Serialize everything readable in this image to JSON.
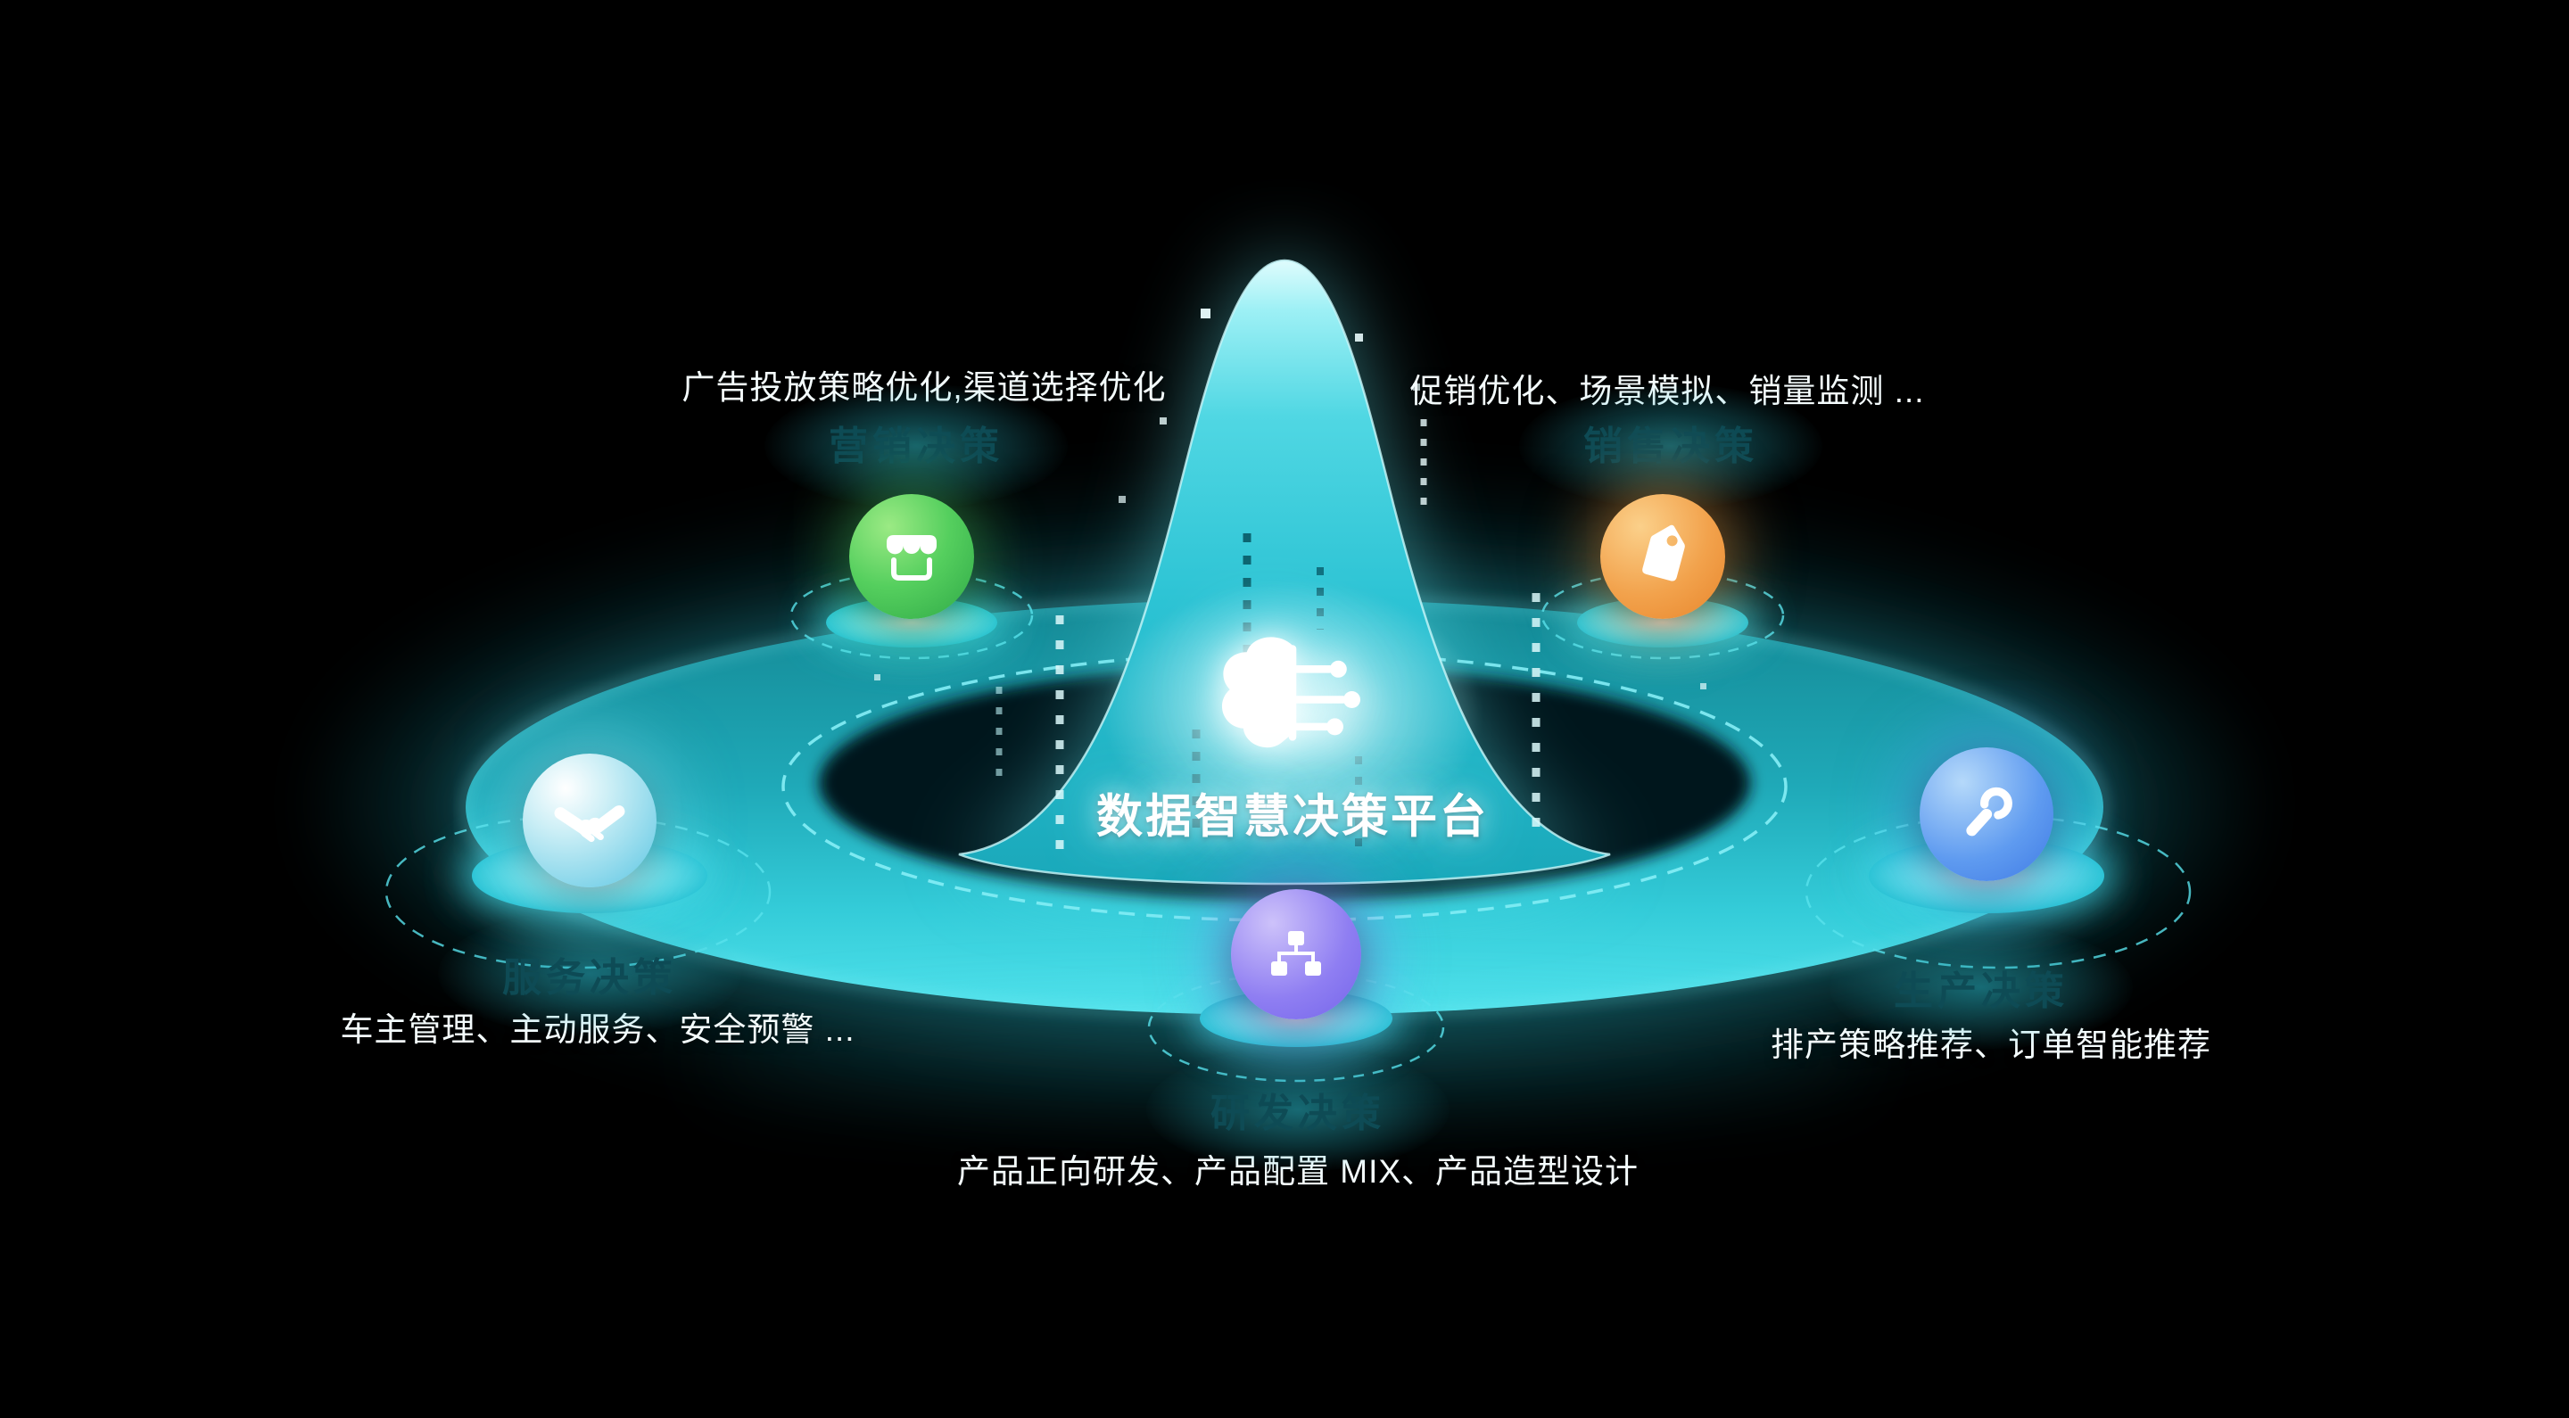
{
  "center": {
    "title": "数据智慧决策平台",
    "icon": "brain-circuit-icon"
  },
  "nodes": [
    {
      "id": "marketing",
      "label": "营销决策",
      "desc": "广告投放策略优化,渠道选择优化",
      "icon": "storefront-icon",
      "accent": "#45bc52"
    },
    {
      "id": "sales",
      "label": "销售决策",
      "desc": "促销优化、场景模拟、销量监测 ...",
      "icon": "price-tag-icon",
      "accent": "#f09a3c"
    },
    {
      "id": "service",
      "label": "服务决策",
      "desc": "车主管理、主动服务、安全预警 ...",
      "icon": "handshake-icon",
      "accent": "#86d8ea"
    },
    {
      "id": "production",
      "label": "生产决策",
      "desc": "排产策略推荐、订单智能推荐",
      "icon": "wrench-icon",
      "accent": "#4e8cf0"
    },
    {
      "id": "rnd",
      "label": "研发决策",
      "desc": "产品正向研发、产品配置 MIX、产品造型设计",
      "icon": "sitemap-icon",
      "accent": "#8a79f2"
    }
  ],
  "colors": {
    "background": "#000000",
    "platform_teal": "#2bc7d8",
    "platform_glow": "#8deef6",
    "text_primary": "#f4fcfd",
    "label_dim": "#0e4b55"
  }
}
